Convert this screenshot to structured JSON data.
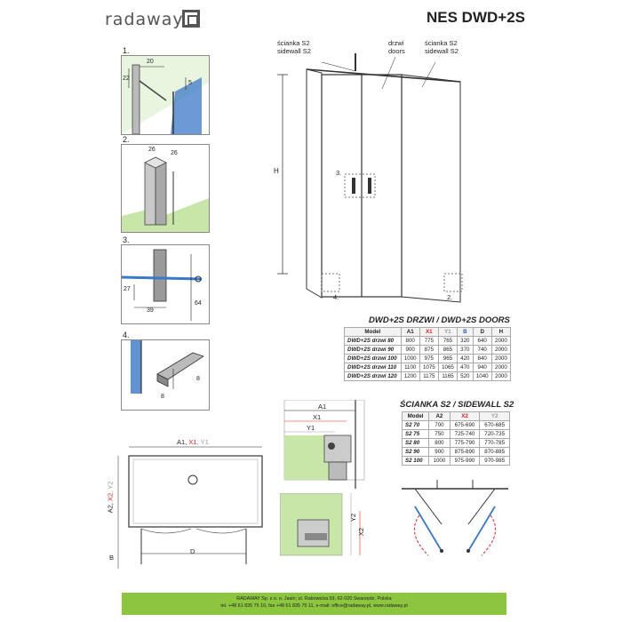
{
  "header": {
    "logo": "radaway",
    "model": "NES DWD+2S"
  },
  "steps": {
    "s1": "1.",
    "s2": "2.",
    "s3": "3.",
    "s4": "4."
  },
  "step1": {
    "d20": "20",
    "d22": "22",
    "d5": "5"
  },
  "step2": {
    "d26a": "26",
    "d26b": "26"
  },
  "step3": {
    "d27": "27",
    "d39": "39",
    "d64": "64"
  },
  "step4": {
    "d8a": "8",
    "d8b": "8"
  },
  "main_drawing": {
    "label_s2_left": "ścianka S2\nsidewall S2",
    "label_doors": "drzwi\ndoors",
    "label_s2_right": "ścianka S2\nsidewall S2",
    "h": "H",
    "callout3": "3.",
    "callout4": "4.",
    "callout2": "2."
  },
  "doors_table": {
    "title": "DWD+2S DRZWI / DWD+2S DOORS",
    "headers": [
      "Model",
      "A1",
      "X1",
      "Y1",
      "B",
      "D",
      "H"
    ],
    "rows": [
      [
        "DWD+2S drzwi 80",
        "800",
        "775",
        "765",
        "320",
        "640",
        "2000"
      ],
      [
        "DWD+2S drzwi 90",
        "900",
        "875",
        "865",
        "370",
        "740",
        "2000"
      ],
      [
        "DWD+2S drzwi 100",
        "1000",
        "975",
        "965",
        "420",
        "840",
        "2000"
      ],
      [
        "DWD+2S drzwi 110",
        "1100",
        "1075",
        "1065",
        "470",
        "940",
        "2000"
      ],
      [
        "DWD+2S drzwi 120",
        "1200",
        "1175",
        "1165",
        "520",
        "1040",
        "2000"
      ]
    ]
  },
  "sidewall_table": {
    "title": "ŚCIANKA S2 / SIDEWALL S2",
    "headers": [
      "Model",
      "A2",
      "X2",
      "Y2"
    ],
    "rows": [
      [
        "S2 70",
        "700",
        "675-690",
        "670-685"
      ],
      [
        "S2 75",
        "750",
        "725-740",
        "720-735"
      ],
      [
        "S2 80",
        "800",
        "775-790",
        "770-785"
      ],
      [
        "S2 90",
        "900",
        "875-890",
        "870-885"
      ],
      [
        "S2 100",
        "1000",
        "975-990",
        "970-985"
      ]
    ]
  },
  "detail": {
    "a1": "A1",
    "x1": "X1",
    "y1": "Y1",
    "y2": "Y2",
    "x2": "X2"
  },
  "plan": {
    "top_label_a": "A1, ",
    "top_label_x": "X1",
    "top_label_y": ", Y1",
    "side_a": "A2, ",
    "side_x": "X2",
    "side_y": ", Y2",
    "b": "B",
    "d": "D"
  },
  "footer": {
    "line1": "RADAWAY Sp. z o. o. Jasin; ul. Rabowicka 59, 62-020 Swarzędz, Polska",
    "line2": "tel. +48 61 835 75 10, fax +48 61 835 75 11, e-mail: office@radaway.pl, www.radaway.pl"
  },
  "colors": {
    "footer": "#8cc63f",
    "panel_green": "#c8e6a8",
    "glass_blue": "#3a78c8",
    "red": "#d22222"
  }
}
